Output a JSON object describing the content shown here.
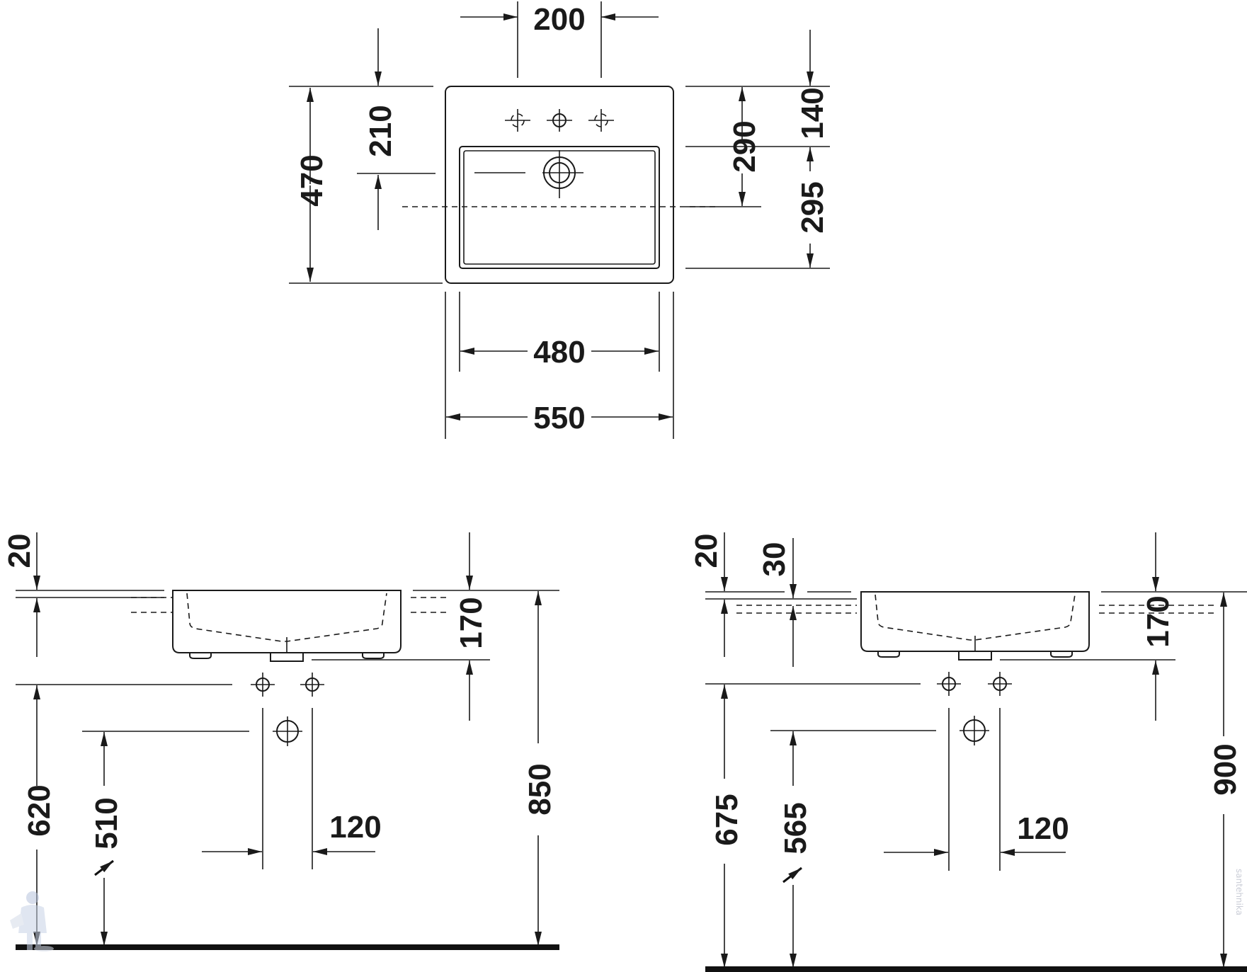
{
  "top_view": {
    "tap_spacing": "200",
    "depth_total": "470",
    "tap_to_bowl": "210",
    "tap_top": "140",
    "drain_pos": "290",
    "bowl_rear": "295",
    "bowl_width": "480",
    "overall_width": "550"
  },
  "side_left": {
    "rim": "20",
    "basin_height": "170",
    "height_850": "850",
    "height_620": "620",
    "height_510": "510",
    "spacing_120": "120"
  },
  "side_right": {
    "rim": "20",
    "offset_30": "30",
    "basin_height": "170",
    "height_900": "900",
    "height_675": "675",
    "height_565": "565",
    "spacing_120": "120"
  },
  "watermark": "santehnika",
  "colors": {
    "line": "#1a1a1a",
    "floor": "#111111",
    "watermark": "#c9ccd6"
  }
}
